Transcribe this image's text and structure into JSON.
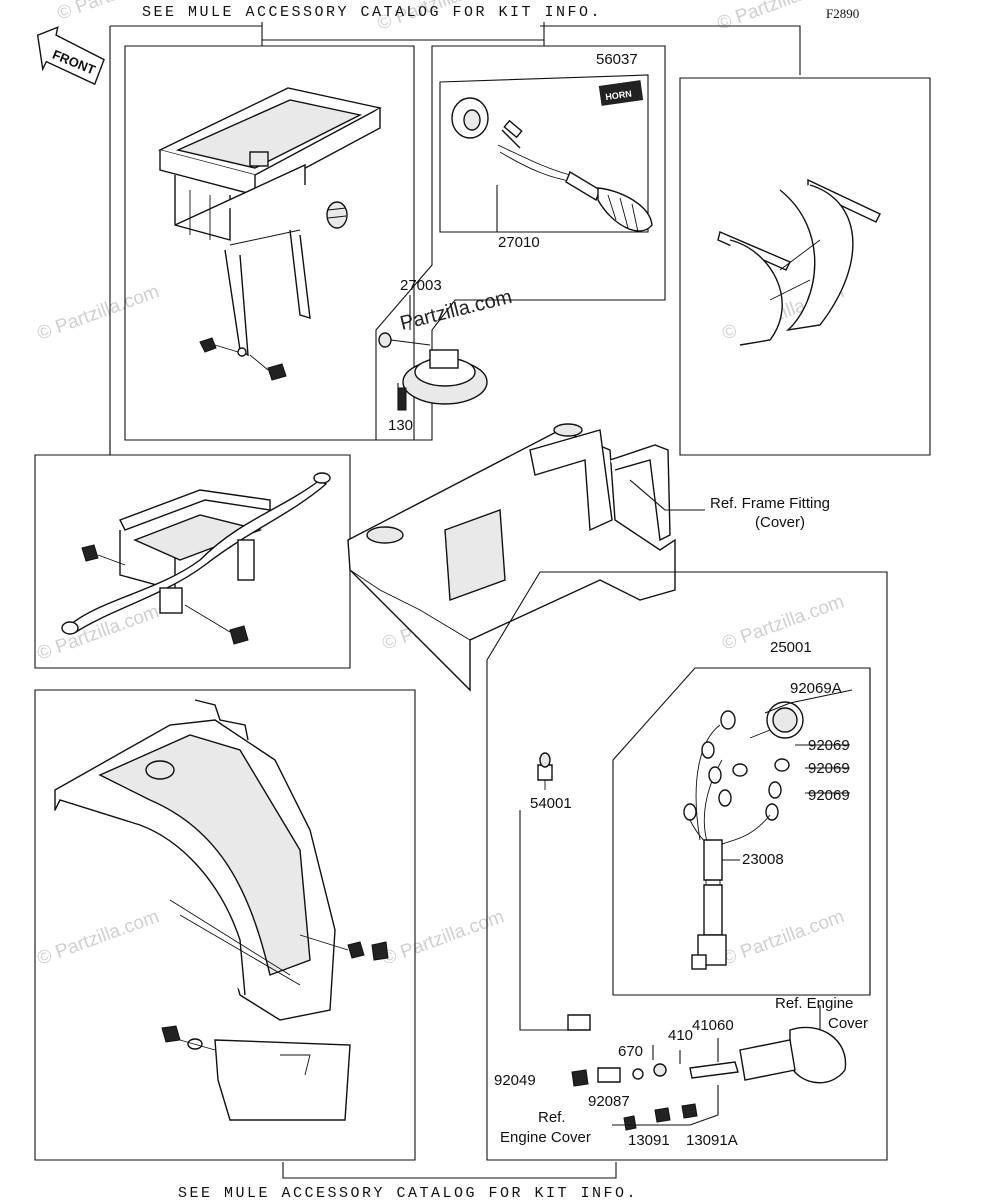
{
  "header": {
    "top_note": "SEE MULE ACCESSORY CATALOG FOR KIT INFO.",
    "bottom_note": "SEE MULE ACCESSORY CATALOG FOR KIT INFO.",
    "figure_code": "F2890",
    "front_label": "FRONT"
  },
  "watermark": {
    "text": "© Partzilla.com",
    "center_text": "Partzilla.com"
  },
  "labels": {
    "p56037": "56037",
    "horn_decal": "HORN",
    "p27010": "27010",
    "p27003": "27003",
    "p130": "130",
    "ref_frame_line1": "Ref. Frame Fitting",
    "ref_frame_line2": "(Cover)",
    "p25001": "25001",
    "p92069A": "92069A",
    "p92069_1": "92069",
    "p92069_2": "92069",
    "p92069_3": "92069",
    "p54001": "54001",
    "p23008": "23008",
    "ref_engine_line1": "Ref. Engine",
    "ref_engine_line2": "Cover",
    "p410": "410",
    "p41060": "41060",
    "p670": "670",
    "p92049": "92049",
    "p92087": "92087",
    "ref_engine2_line1": "Ref.",
    "ref_engine2_line2": "Engine Cover",
    "p13091": "13091",
    "p13091A": "13091A"
  }
}
